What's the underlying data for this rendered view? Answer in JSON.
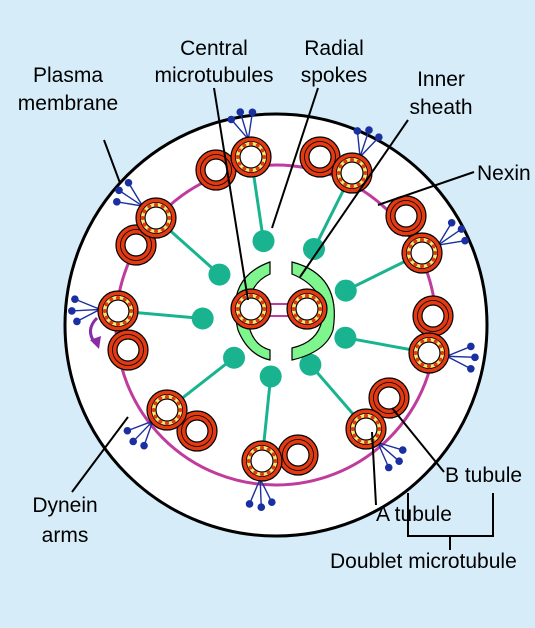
{
  "colors": {
    "background": "#d6edf9",
    "membrane": "#000000",
    "tubule_outer": "#e23a12",
    "tubule_inner_ring": "#f3ea74",
    "tubule_center": "#ffffff",
    "tubule_dots": "#e23a12",
    "spoke": "#19b48f",
    "inner_sheath": "#7ef58d",
    "nexin_link": "#bf3c9d",
    "dynein": "#1a2fa0",
    "arrow": "#8a2da5"
  },
  "labels": {
    "central_1": "Central",
    "central_2": "microtubules",
    "radial_1": "Radial",
    "radial_2": "spokes",
    "plasma_1": "Plasma",
    "plasma_2": "membrane",
    "inner_1": "Inner",
    "inner_2": "sheath",
    "nexin": "Nexin",
    "dynein_1": "Dynein",
    "dynein_2": "arms",
    "b_tubule": "B tubule",
    "a_tubule": "A tubule",
    "doublet": "Doublet microtubule"
  },
  "icons": {
    "rotation_arrow": "curved-arrow-icon"
  }
}
